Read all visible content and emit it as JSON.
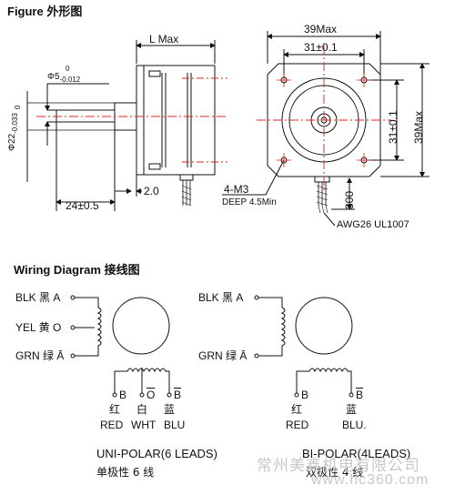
{
  "figure": {
    "title": "Figure",
    "title_cn": "外形图",
    "side": {
      "length": "L Max",
      "shaft_dia": "Φ5",
      "shaft_tol": "-0.012",
      "shaft_tol_top": "0",
      "boss_dia": "Φ22",
      "boss_tol": "-0.033",
      "boss_tol_top": "0",
      "shaft_len": "24±0.5",
      "boss_len": "2.0"
    },
    "front": {
      "width": "39Max",
      "hole_pitch": "31±0.1",
      "hole_pitch_v": "31±0.1",
      "height": "39Max",
      "mount": "4-M3",
      "depth": "DEEP 4.5Min",
      "lead_len": "300",
      "wire": "AWG26  UL1007"
    }
  },
  "wiring": {
    "title": "Wiring Diagram",
    "title_cn": "接线图",
    "uni": {
      "left": [
        {
          "name": "BLK",
          "cn": "黑",
          "sig": "A"
        },
        {
          "name": "YEL",
          "cn": "黄",
          "sig": "O"
        },
        {
          "name": "GRN",
          "cn": "绿",
          "sig": "Ā"
        }
      ],
      "bottom": [
        {
          "sig": "B",
          "cn": "红",
          "name": "RED"
        },
        {
          "sig": "O",
          "cn": "白",
          "name": "WHT"
        },
        {
          "sig": "B",
          "cn": "蓝",
          "name": "BLU"
        }
      ],
      "caption": "UNI-POLAR(6 LEADS)",
      "caption_cn": "单极性 6 线"
    },
    "bi": {
      "left": [
        {
          "name": "BLK",
          "cn": "黑",
          "sig": "A"
        },
        {
          "name": "GRN",
          "cn": "绿",
          "sig": "Ā"
        }
      ],
      "bottom": [
        {
          "sig": "B",
          "cn": "红",
          "name": "RED"
        },
        {
          "sig": "B",
          "cn": "蓝",
          "name": "BLU."
        }
      ],
      "caption": "BI-POLAR(4LEADS)",
      "caption_cn": "双极性 4 线"
    }
  },
  "watermark": {
    "cn": "常州美鑫机电有限公司",
    "url": "www.hc360.com"
  },
  "colors": {
    "centerline": "#e02020",
    "line": "#111111"
  }
}
